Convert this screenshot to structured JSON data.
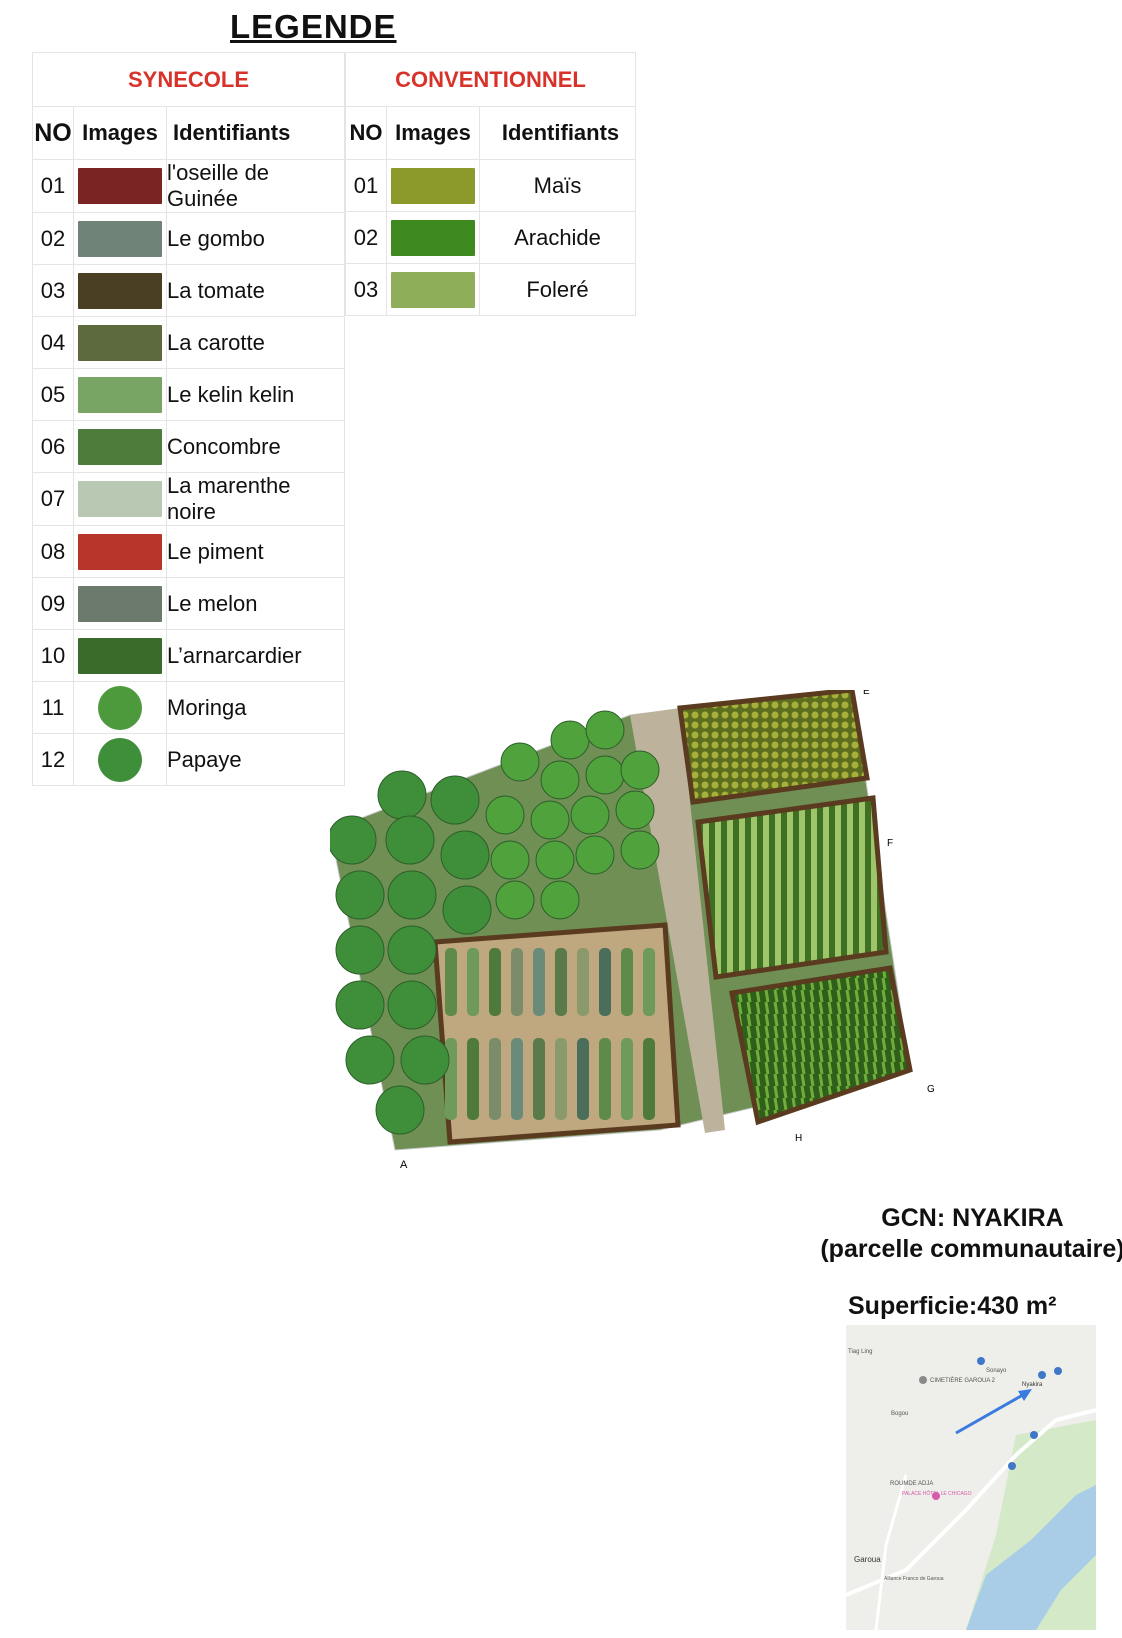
{
  "title": "LEGENDE",
  "synecole": {
    "header": "SYNECOLE",
    "col_no": "NO",
    "col_images": "Images",
    "col_ident": "Identifiants",
    "rows": [
      {
        "no": "01",
        "label": "l'oseille de Guinée",
        "swatch": "#7a2424"
      },
      {
        "no": "02",
        "label": "Le gombo",
        "swatch": "#6f8378"
      },
      {
        "no": "03",
        "label": "La tomate",
        "swatch": "#4b3f23"
      },
      {
        "no": "04",
        "label": "La carotte",
        "swatch": "#5d6a3d"
      },
      {
        "no": "05",
        "label": "Le kelin kelin",
        "swatch": "#78a464"
      },
      {
        "no": "06",
        "label": "Concombre",
        "swatch": "#4e7c3a"
      },
      {
        "no": "07",
        "label": "La marenthe noire",
        "swatch": "#b9c8b2"
      },
      {
        "no": "08",
        "label": "Le piment",
        "swatch": "#b8352b"
      },
      {
        "no": "09",
        "label": "Le melon",
        "swatch": "#6b7a6a"
      },
      {
        "no": "10",
        "label": "L’arnarcardier",
        "swatch": "#3b6b2a"
      },
      {
        "no": "11",
        "label": "Moringa",
        "swatch": "#4c9a3c"
      },
      {
        "no": "12",
        "label": "Papaye",
        "swatch": "#3f8f3a"
      }
    ]
  },
  "conventionnel": {
    "header": "CONVENTIONNEL",
    "col_no": "NO",
    "col_images": "Images",
    "col_ident": "Identifiants",
    "rows": [
      {
        "no": "01",
        "label": "Maïs",
        "swatch": "#8c9a2c"
      },
      {
        "no": "02",
        "label": "Arachide",
        "swatch": "#3f8a1f"
      },
      {
        "no": "03",
        "label": "Foleré",
        "swatch": "#8fae5a"
      }
    ]
  },
  "plan": {
    "corner_labels": {
      "a": "A",
      "e": "E",
      "f": "F",
      "g": "G",
      "h": "H"
    },
    "colors": {
      "ground": "#6f8f55",
      "path": "#bdb39d",
      "border": "#5a3b1f",
      "papaye": "#3f8f3a",
      "moringa": "#4fa23c"
    }
  },
  "caption": {
    "line1": "GCN: NYAKIRA",
    "line2": "(parcelle communautaire)",
    "area": "Superficie:430 m²"
  },
  "map": {
    "labels": {
      "tiag": "Tiag Ling",
      "sonayo": "Sonayo",
      "cimetiere": "CIMETIÈRE GAROUA 2",
      "nyakira": "Nyakira",
      "bogou": "Bogou",
      "roumde": "ROUMDE ADJA",
      "palace": "PALACE HÔTEL LE CHICAGO",
      "garoua": "Garoua",
      "alliance": "Alliance Franco de Garoua"
    },
    "colors": {
      "land": "#eeeeea",
      "green": "#d3e9c7",
      "water": "#a9cde6",
      "road": "#ffffff",
      "arrow": "#3a7be0",
      "pin": "#3f78c8"
    }
  }
}
